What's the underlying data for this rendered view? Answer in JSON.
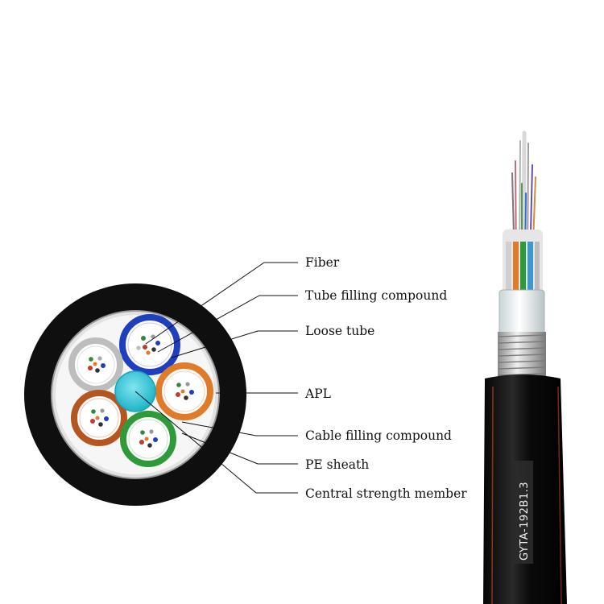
{
  "labels": {
    "fiber": "Fiber",
    "tube_filling_compound": "Tube filling compound",
    "loose_tube": "Loose tube",
    "apl": "APL",
    "cable_filling_compound": "Cable filling compound",
    "pe_sheath": "PE sheath",
    "central_strength_member": "Central strength member"
  },
  "cable_print": "GYTA-192B1.3",
  "colors": {
    "sheath": "#111111",
    "apl_ring": "#d8d8d8",
    "filling": "#f4f4f4",
    "tube_blue": "#1f3fbf",
    "tube_orange": "#e07b2a",
    "tube_green": "#2f9a3a",
    "tube_brown": "#b5551f",
    "tube_grey": "#bdbdbd",
    "central_member": "#35c9dc"
  }
}
